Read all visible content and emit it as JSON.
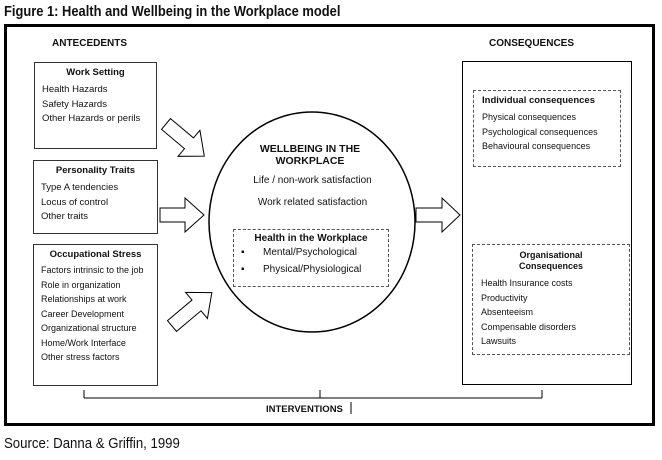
{
  "title": "Figure 1:  Health and Wellbeing in the Workplace model",
  "antecedents_label": "ANTECEDENTS",
  "consequences_label": "CONSEQUENCES",
  "work_setting": {
    "heading": "Work Setting",
    "items": [
      "Health Hazards",
      "Safety Hazards",
      "Other Hazards or perils"
    ]
  },
  "personality": {
    "heading": "Personality Traits",
    "items": [
      "Type A tendencies",
      "Locus of control",
      "Other traits"
    ]
  },
  "occupational": {
    "heading": "Occupational Stress",
    "items": [
      "Factors intrinsic to the job",
      "Role in organization",
      "Relationships at work",
      "Career Development",
      "Organizational structure",
      "Home/Work Interface",
      "Other stress factors"
    ]
  },
  "wellbeing": {
    "heading": "WELLBEING IN THE WORKPLACE",
    "items": [
      "Life / non-work satisfaction",
      "Work related satisfaction"
    ]
  },
  "health": {
    "heading": "Health in the Workplace",
    "items": [
      "Mental/Psychological",
      "Physical/Physiological"
    ]
  },
  "individual": {
    "heading": "Individual consequences",
    "items": [
      "Physical consequences",
      "Psychological consequences",
      "Behavioural consequences"
    ]
  },
  "organisational": {
    "heading": "Organisational Consequences",
    "items": [
      "Health Insurance costs",
      "Productivity",
      "Absenteeism",
      "Compensable disorders",
      "Lawsuits"
    ]
  },
  "interventions": "INTERVENTIONS",
  "source": "Source: Danna & Griffin, 1999"
}
